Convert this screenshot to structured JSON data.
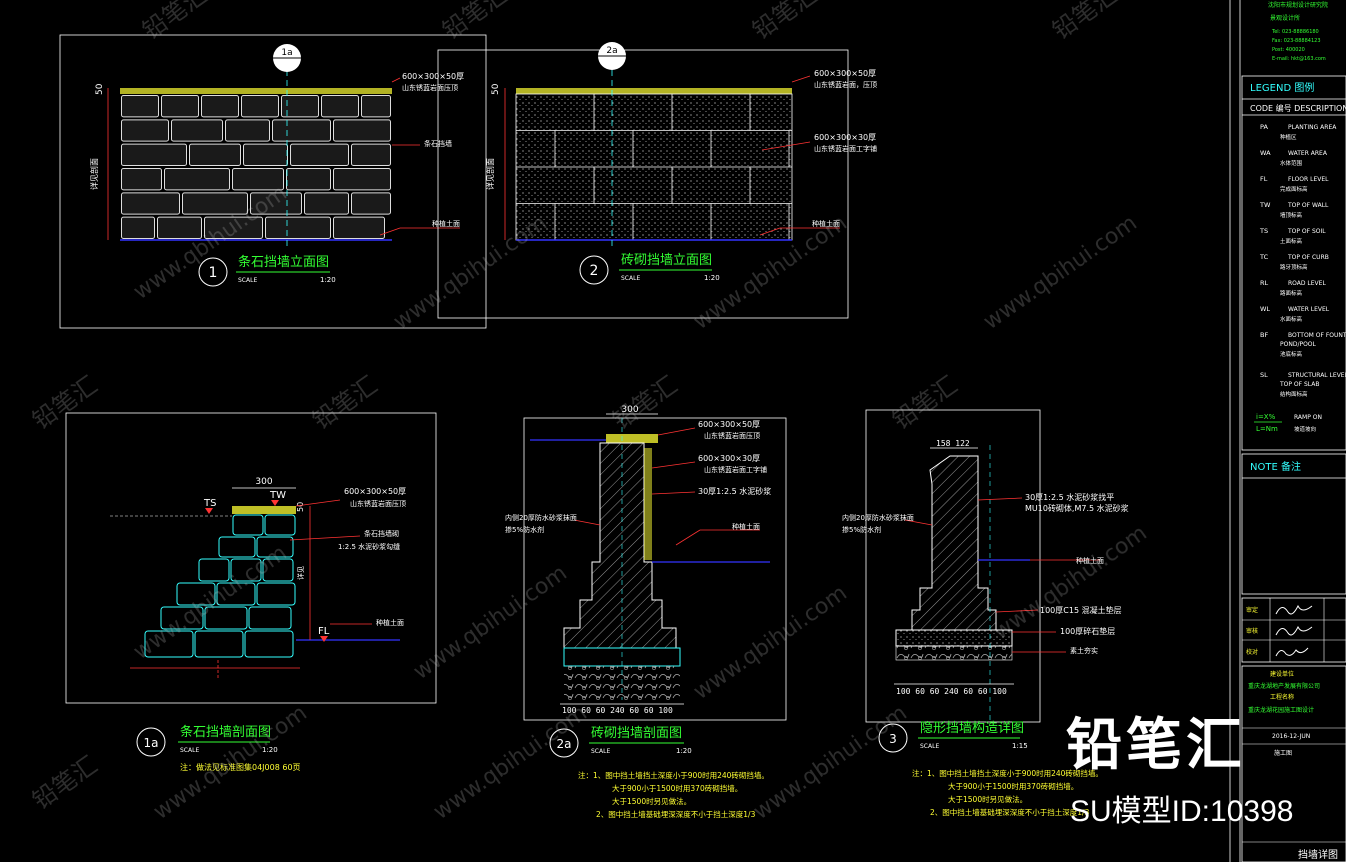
{
  "colors": {
    "bg": "#000000",
    "line": "#ffffff",
    "green": "#33ff33",
    "cyan": "#33ffff",
    "red": "#ff3333",
    "blue": "#3333ff",
    "yellow": "#ffff33",
    "grey": "#9a9a9a"
  },
  "panel1": {
    "num": "1",
    "title": "条石挡墙立面图",
    "scale_label": "SCALE",
    "scale": "1:20",
    "tag": "1a",
    "note_a": "600×300×50厚",
    "note_a2": "山东锈蓝岩面压顶",
    "note_b": "条石挡墙",
    "note_c": "种植土面",
    "dim": "50",
    "dim_v": "详见剖面"
  },
  "panel2": {
    "num": "2",
    "title": "砖砌挡墙立面图",
    "scale_label": "SCALE",
    "scale": "1:20",
    "tag": "2a",
    "note_a": "600×300×50厚",
    "note_a2": "山东锈蓝岩面，压顶",
    "note_b": "600×300×30厚",
    "note_b2": "山东锈蓝岩面工字铺",
    "note_c": "种植土面",
    "dim": "50",
    "dim_v": "详见剖面"
  },
  "panel1a": {
    "num": "1a",
    "title": "条石挡墙剖面图",
    "scale_label": "SCALE",
    "scale": "1:20",
    "note": "注：做法见标准图集04J008 60页",
    "ts": "TS",
    "tw": "TW",
    "fl": "FL",
    "dim": "300",
    "dim50": "50",
    "dimv": "详见",
    "l1": "600×300×50厚",
    "l1b": "山东锈蓝岩面压顶",
    "l2": "条石挡墙砌",
    "l3": "1:2.5 水泥砂浆勾缝",
    "l4": "种植土面"
  },
  "panel2a": {
    "num": "2a",
    "title": "砖砌挡墙剖面图",
    "scale_label": "SCALE",
    "scale": "1:20",
    "dim": "300",
    "dim_bottom": "100 60 60    240    60 60 100",
    "left_note": "内侧20厚防水砂浆抹面",
    "left_note2": "掺5%防水剂",
    "l1": "600×300×50厚",
    "l1b": "山东锈蓝岩面压顶",
    "l2": "600×300×30厚",
    "l2b": "山东锈蓝岩面工字铺",
    "l3": "30厚1:2.5 水泥砂浆",
    "l4": "种植土面",
    "notes": [
      "注：1、图中挡土墙挡土深度小于900时用240砖砌挡墙。",
      "大于900小于1500时用370砖砌挡墙。",
      "大于1500时另见做法。",
      "2、图中挡土墙基础埋深深度不小于挡土深度1/3"
    ]
  },
  "panel3": {
    "num": "3",
    "title": "隐形挡墙构造详图",
    "scale_label": "SCALE",
    "scale": "1:15",
    "dim_top": "158   122",
    "dim_bottom": "100 60 60    240    60 60 100",
    "left_note": "内侧20厚防水砂浆抹面",
    "left_note2": "掺5%防水剂",
    "l1": "30厚1:2.5 水泥砂浆找平",
    "l1b": "MU10砖砌体,M7.5 水泥砂浆",
    "l2": "种植土面",
    "l3": "100厚C15 混凝土垫层",
    "l4": "100厚碎石垫层",
    "l5": "素土夯实",
    "notes": [
      "注：1、图中挡土墙挡土深度小于900时用240砖砌挡墙。",
      "大于900小于1500时用370砖砌挡墙。",
      "大于1500时另见做法。",
      "2、图中挡土墙基础埋深深度不小于挡土深度1/3"
    ]
  },
  "sections": {
    "a": "1a",
    "b": "2a"
  },
  "titleblock": {
    "top_lines": [
      "沈阳市规划设计研究院",
      "景观设计所",
      "Tel: 023-88886180",
      "Fax: 023-88884123",
      "Post: 400020",
      "E-mail: hkt@163.com"
    ],
    "legend_title": "LEGEND 图例",
    "legend_head": "CODE  编号   DESCRIPTION",
    "legend": [
      {
        "code": "PA",
        "en": "PLANTING AREA",
        "cn": "种植区"
      },
      {
        "code": "WA",
        "en": "WATER AREA",
        "cn": "水体范围"
      },
      {
        "code": "FL",
        "en": "FLOOR LEVEL",
        "cn": "完成面标高"
      },
      {
        "code": "TW",
        "en": "TOP OF WALL",
        "cn": "墙顶标高"
      },
      {
        "code": "TS",
        "en": "TOP OF SOIL",
        "cn": "土面标高"
      },
      {
        "code": "TC",
        "en": "TOP OF CURB",
        "cn": "路牙顶标高"
      },
      {
        "code": "RL",
        "en": "ROAD LEVEL",
        "cn": "路面标高"
      },
      {
        "code": "WL",
        "en": "WATER LEVEL",
        "cn": "水面标高"
      },
      {
        "code": "BF",
        "en": "BOTTOM OF FOUNTAIN",
        "cn": "池底标高",
        "en2": "POND/POOL"
      },
      {
        "code": "SL",
        "en": "STRUCTURAL LEVEL/",
        "cn": "结构面标高",
        "en2": "TOP OF SLAB"
      }
    ],
    "ramp_a": "i=X%",
    "ramp_b": "L=Nm",
    "ramp_en": "RAMP ON",
    "ramp_cn": "坡道坡向",
    "note_title": "NOTE 备注",
    "sign_rows": [
      "审定",
      "审核",
      "校对"
    ],
    "client_label": "建设单位",
    "client": "重庆龙湖地产发展有限公司",
    "project_label": "工程名称",
    "project": "重庆龙湖花园施工图设计",
    "date": "2016-12-JUN",
    "stage": "施工图",
    "drawing_title": "挡墙详图"
  },
  "watermark": {
    "text": "www.qbihui.com",
    "logo": "铅笔汇"
  },
  "brand": {
    "cn": "铅笔汇",
    "id": "SU模型ID:10398"
  }
}
